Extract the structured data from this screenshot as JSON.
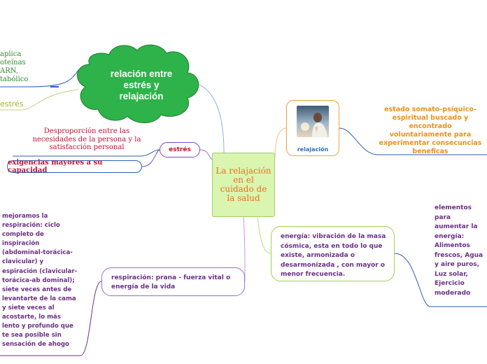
{
  "central": {
    "text": "La relajación en el cuidado de la salud"
  },
  "cloud": {
    "text": "relación entre estrés y relajación"
  },
  "left_cut": {
    "text": "aplica\noteínas\nARN,\ntabólico"
  },
  "estres_cut": {
    "text": "estrés"
  },
  "estres_node": {
    "text": "estrés"
  },
  "desproporcion": {
    "text": "Desproporción entre las necesidades de la persona y la satisfacción personal"
  },
  "exigencias": {
    "text": "exigencias mayores a su capacidad"
  },
  "relajacion_node": {
    "text": "relajación"
  },
  "estado": {
    "text": "estado somato-psíquico-espiritual buscado y encontrado voluntariamente para experimentar consecuncias beneficas"
  },
  "energia": {
    "text": "energía: vibración de la masa cósmica, esta en todo lo que existe, armonizada o desarmonizada , con mayor o menor frecuencia."
  },
  "elementos": {
    "text": "elementos para aumentar la energía: Alimentos frescos, Agua y aire puros, Luz solar, Ejercicio moderado"
  },
  "respiracion": {
    "text": "respiración: prana - fuerza vital o energía de la vida"
  },
  "mejoramos": {
    "text": "mejoramos la respiración: ciclo completo de inspiración (abdominal-torácica-clavicular) y espiración (clavicular-torácica-ab dominal); siete veces antes de levantarte de la cama y siete veces al acostarte, lo más lento y profundo que te sea posible sin sensación de ahogo"
  },
  "colors": {
    "central_fill": "#d9f5b0",
    "central_text": "#e8731c",
    "cloud_fill": "#2db349",
    "cloud_stroke": "#1e7a33",
    "red_text": "#c01033",
    "purple_text": "#6a2e86",
    "orange": "#f2a33a",
    "green_border": "#a2d24a",
    "violet_border": "#9a6fd1",
    "blue_border": "#2b5fb8"
  }
}
